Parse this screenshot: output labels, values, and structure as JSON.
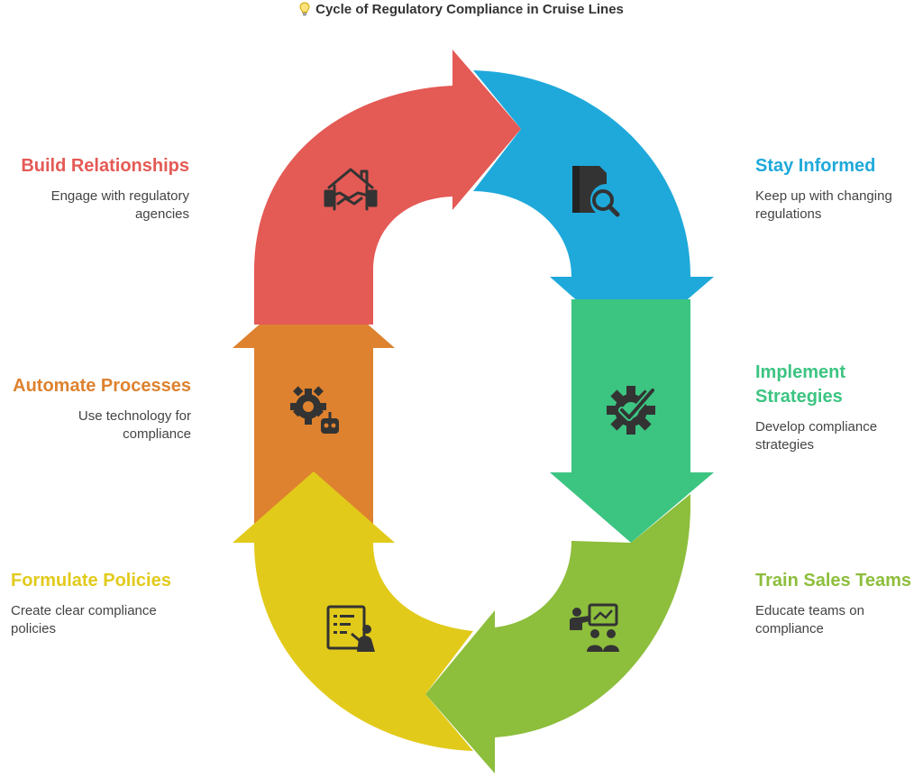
{
  "title": "Cycle of Regulatory Compliance in Cruise Lines",
  "colors": {
    "red": "#E45A55",
    "blue": "#1FA9DA",
    "green": "#3CC481",
    "lime": "#8DBE3C",
    "yellow": "#E2CA1B",
    "orange": "#DE822F",
    "icon": "#333333"
  },
  "steps": [
    {
      "heading": "Build Relationships",
      "desc": "Engage with regulatory agencies",
      "icon": "handshake-house-icon",
      "color": "#E45A55"
    },
    {
      "heading": "Stay Informed",
      "desc": "Keep up with changing regulations",
      "icon": "document-search-icon",
      "color": "#1FA9DA"
    },
    {
      "heading": "Implement Strategies",
      "desc": "Develop compliance strategies",
      "icon": "gear-check-icon",
      "color": "#3CC481"
    },
    {
      "heading": "Train Sales Teams",
      "desc": "Educate teams on compliance",
      "icon": "presentation-team-icon",
      "color": "#8DBE3C"
    },
    {
      "heading": "Formulate Policies",
      "desc": "Create clear compliance policies",
      "icon": "policy-writing-icon",
      "color": "#E2CA1B"
    },
    {
      "heading": "Automate Processes",
      "desc": "Use technology for compliance",
      "icon": "gear-robot-icon",
      "color": "#DE822F"
    }
  ]
}
